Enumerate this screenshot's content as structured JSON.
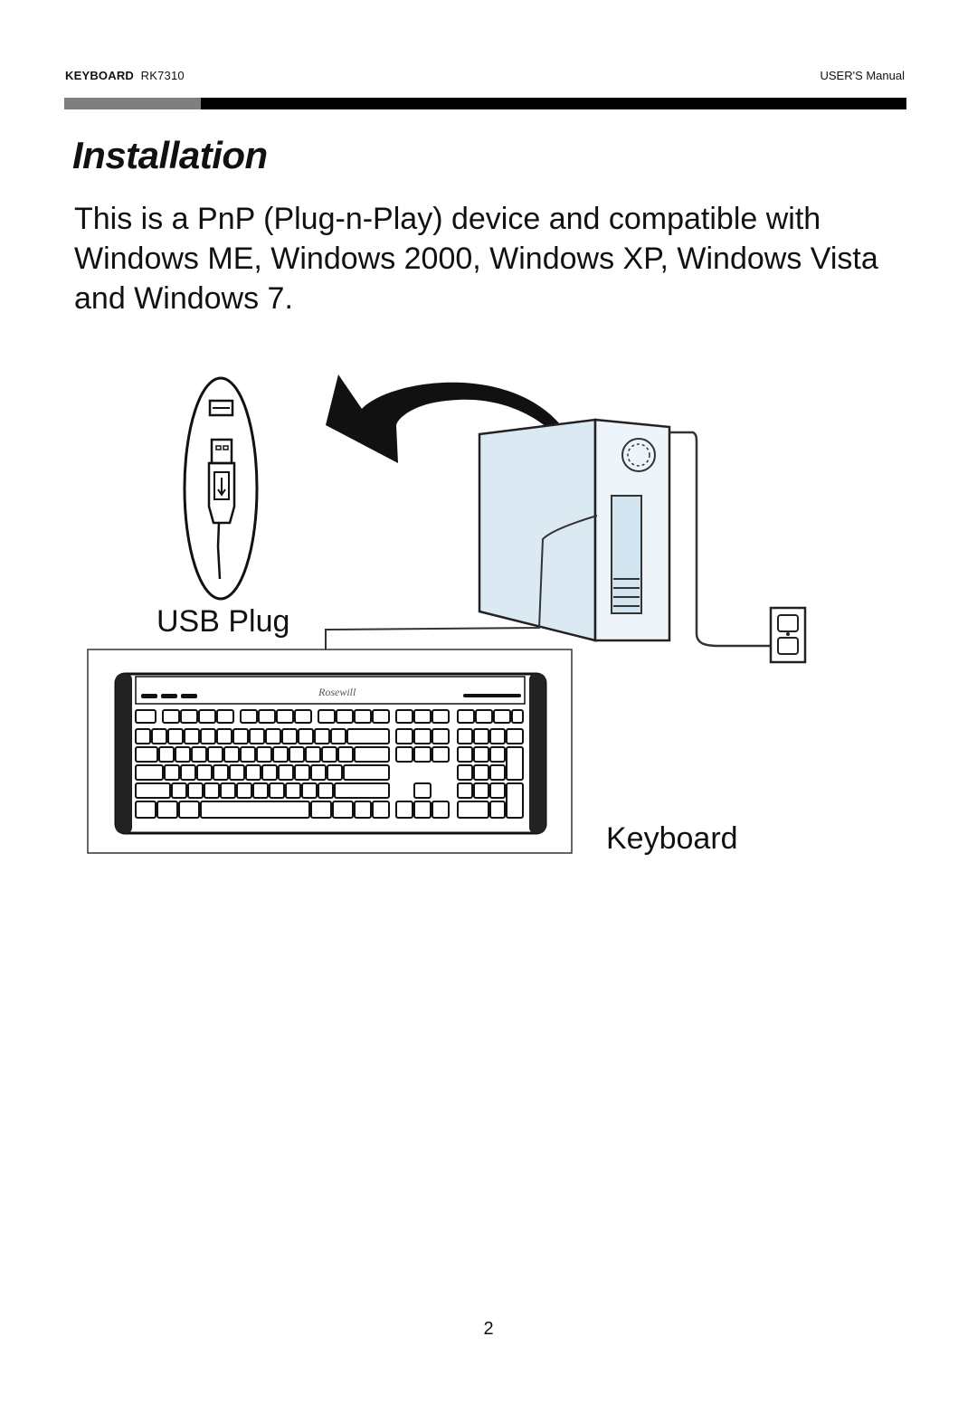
{
  "header": {
    "product": "KEYBOARD",
    "model": "RK7310",
    "doc_type": "USER'S Manual"
  },
  "section": {
    "title": "Installation",
    "intro": "This is a PnP (Plug-n-Play) device and compatible with Windows ME, Windows 2000, Windows XP, Windows Vista and Windows 7."
  },
  "figure": {
    "usb_label": "USB Plug",
    "keyboard_label": "Keyboard",
    "brand_script": "Rosewill",
    "icons": [
      "usb-plug-icon",
      "computer-tower-icon",
      "wall-outlet-icon",
      "keyboard-icon",
      "curved-arrow-icon"
    ]
  },
  "footer": {
    "page_number": "2"
  }
}
